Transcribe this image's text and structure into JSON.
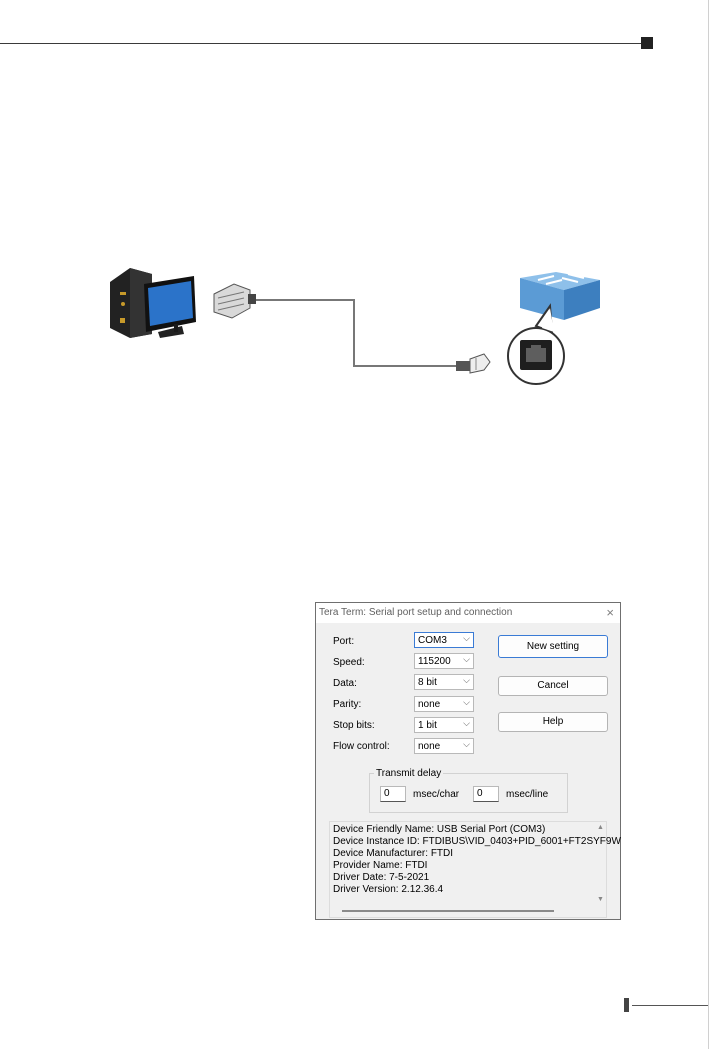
{
  "dialog": {
    "title": "Tera Term: Serial port setup and connection",
    "close_glyph": "×",
    "fields": {
      "port": {
        "label": "Port:",
        "value": "COM3"
      },
      "speed": {
        "label": "Speed:",
        "value": "115200"
      },
      "data": {
        "label": "Data:",
        "value": "8 bit"
      },
      "parity": {
        "label": "Parity:",
        "value": "none"
      },
      "stop_bits": {
        "label": "Stop bits:",
        "value": "1 bit"
      },
      "flow_control": {
        "label": "Flow control:",
        "value": "none"
      }
    },
    "buttons": {
      "new_setting": "New setting",
      "cancel": "Cancel",
      "help": "Help"
    },
    "transmit_delay": {
      "legend": "Transmit delay",
      "char_value": "0",
      "char_unit": "msec/char",
      "line_value": "0",
      "line_unit": "msec/line"
    },
    "device_info": [
      "Device Friendly Name: USB Serial Port (COM3)",
      "Device Instance ID: FTDIBUS\\VID_0403+PID_6001+FT2SYF9W",
      "Device Manufacturer: FTDI",
      "Provider Name: FTDI",
      "Driver Date: 7-5-2021",
      "Driver Version: 2.12.36.4"
    ],
    "chevron_glyph": "⌵"
  },
  "colors": {
    "switch_blue": "#5b9bd5",
    "focus_blue": "#3a7bd5",
    "dialog_bg": "#f0f0f0"
  }
}
